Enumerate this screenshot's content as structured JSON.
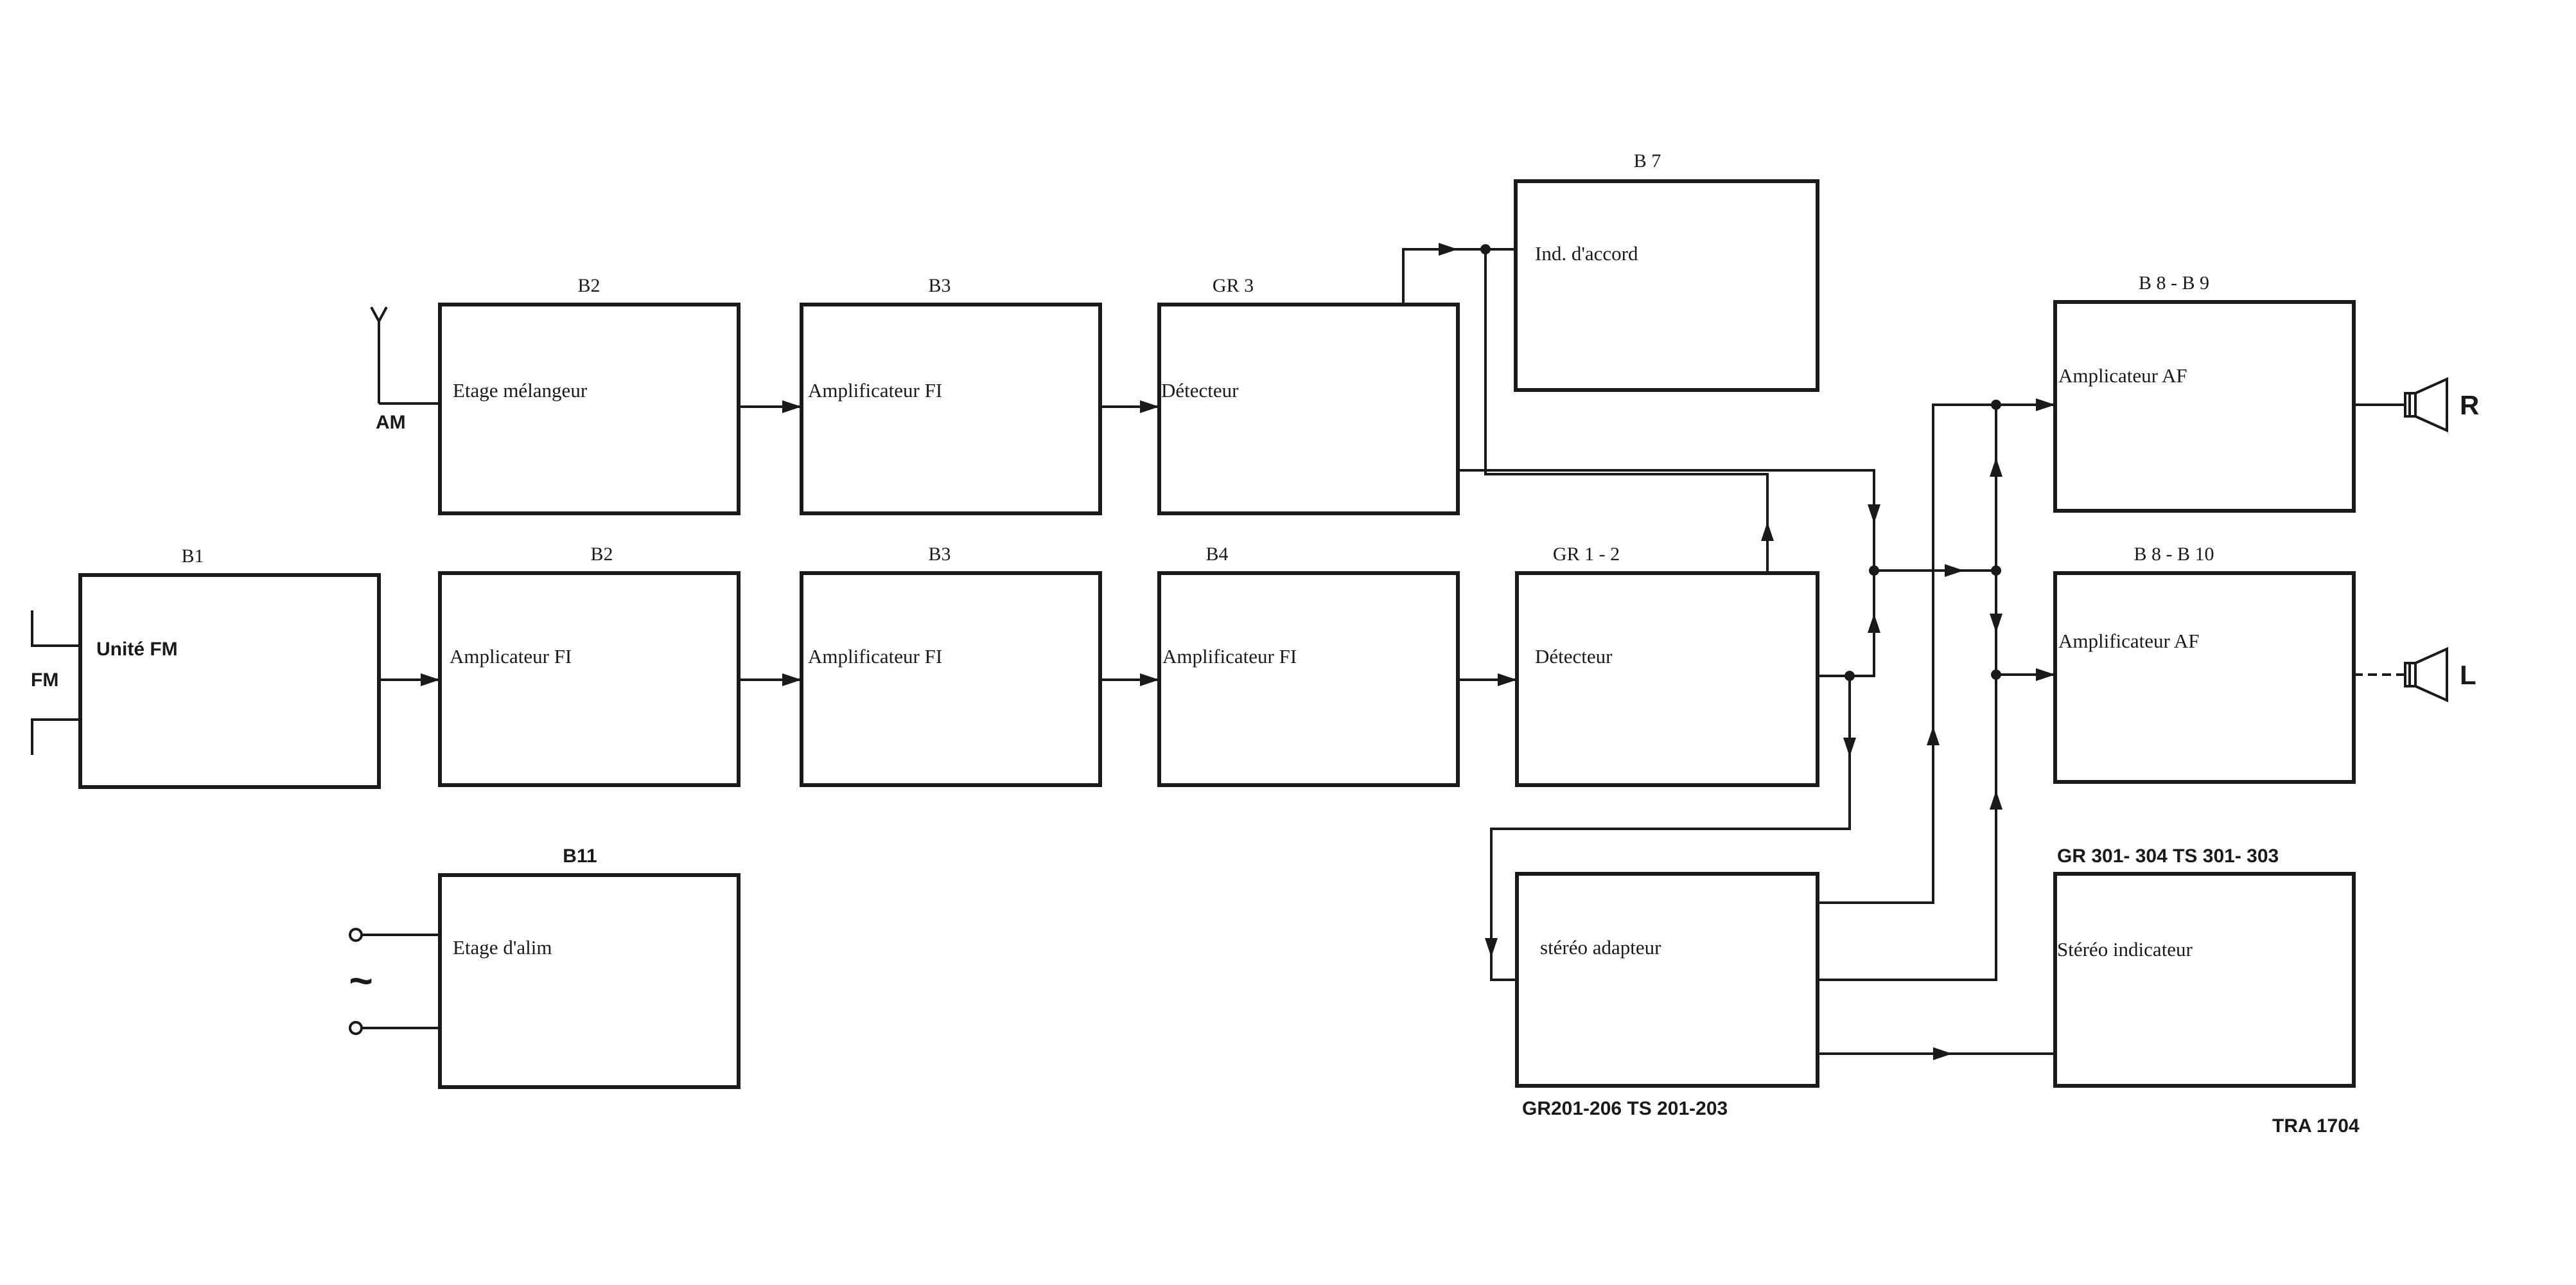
{
  "blocks": [
    {
      "id": "am_mixer",
      "ref": "B2",
      "label": "Etage mélangeur"
    },
    {
      "id": "am_if",
      "ref": "B3",
      "label": "Amplificateur FI"
    },
    {
      "id": "am_det",
      "ref": "GR 3",
      "label": "Détecteur"
    },
    {
      "id": "tuning",
      "ref": "B 7",
      "label": "Ind. d'accord"
    },
    {
      "id": "fm_unit",
      "ref": "B1",
      "label": "Unité FM"
    },
    {
      "id": "fm_if1",
      "ref": "B2",
      "label": "Amplicateur FI"
    },
    {
      "id": "fm_if2",
      "ref": "B3",
      "label": "Amplificateur FI"
    },
    {
      "id": "fm_if3",
      "ref": "B4",
      "label": "Amplificateur FI"
    },
    {
      "id": "fm_det",
      "ref": "GR 1 - 2",
      "label": "Détecteur"
    },
    {
      "id": "af_r",
      "ref": "B 8 - B 9",
      "label": "Amplicateur AF"
    },
    {
      "id": "af_l",
      "ref": "B 8 - B 10",
      "label": "Amplificateur AF"
    },
    {
      "id": "power",
      "ref": "B11",
      "label": "Etage d'alim"
    },
    {
      "id": "stereo_adapter",
      "ref": "GR201-206  TS 201-203",
      "label": "stéréo adapteur"
    },
    {
      "id": "stereo_ind",
      "ref": "GR 301- 304  TS 301- 303",
      "label": "Stéréo indicateur"
    }
  ],
  "labels": {
    "am": "AM",
    "fm": "FM",
    "speaker_right": "R",
    "speaker_left": "L",
    "ac": "~",
    "doc_id": "TRA 1704"
  },
  "icons": {
    "antenna": "antenna-icon",
    "speaker": "speaker-icon",
    "terminal": "terminal-icon"
  },
  "colors": {
    "ink": "#1a1a1a",
    "paper": "#ffffff"
  }
}
